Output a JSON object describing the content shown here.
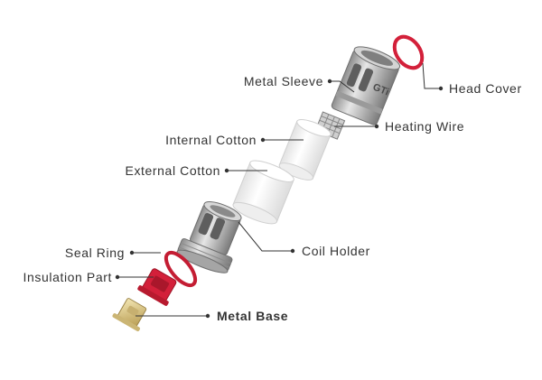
{
  "labels": {
    "head_cover": "Head Cover",
    "metal_sleeve": "Metal Sleeve",
    "heating_wire": "Heating Wire",
    "internal_cotton": "Internal Cotton",
    "external_cotton": "External Cotton",
    "coil_holder": "Coil Holder",
    "seal_ring": "Seal Ring",
    "insulation_part": "Insulation Part",
    "metal_base": "Metal Base"
  },
  "sleeve_engraving": "GTi",
  "colors": {
    "text": "#333333",
    "leader": "#333333",
    "red": "#d3203a",
    "metal": "#c9c9c9",
    "gold": "#d8c58a",
    "cotton": "#f4f4f4"
  }
}
